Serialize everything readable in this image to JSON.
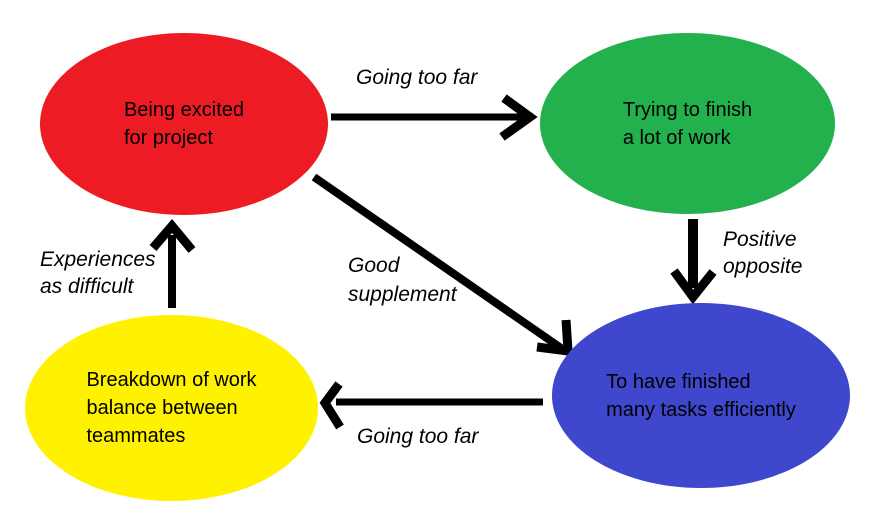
{
  "diagram": {
    "background_color": "#ffffff",
    "arrow_color": "#000000",
    "text_color": "#000000",
    "nodes": [
      {
        "name": "being-excited-for-project",
        "shape": "ellipse",
        "fill": "#ED1C24",
        "lines": [
          "Being excited",
          "for project"
        ]
      },
      {
        "name": "trying-to-finish-a-lot-of-work",
        "shape": "ellipse",
        "fill": "#22B14C",
        "lines": [
          "Trying to finish",
          "a lot of work"
        ]
      },
      {
        "name": "to-have-finished-many-tasks-efficiently",
        "shape": "ellipse",
        "fill": "#3F48CC",
        "lines": [
          "To have finished",
          "many tasks efficiently"
        ]
      },
      {
        "name": "breakdown-of-work-balance",
        "shape": "ellipse",
        "fill": "#FFF200",
        "lines": [
          "Breakdown of work",
          "balance between",
          "teammates"
        ]
      }
    ],
    "edges": [
      {
        "from": "being-excited-for-project",
        "to": "trying-to-finish-a-lot-of-work",
        "direction": "right",
        "label_lines": [
          "Going too far"
        ]
      },
      {
        "from": "trying-to-finish-a-lot-of-work",
        "to": "to-have-finished-many-tasks-efficiently",
        "direction": "down",
        "label_lines": [
          "Positive",
          "opposite"
        ]
      },
      {
        "from": "being-excited-for-project",
        "to": "to-have-finished-many-tasks-efficiently",
        "direction": "down-right-diagonal",
        "label_lines": [
          "Good",
          "supplement"
        ]
      },
      {
        "from": "to-have-finished-many-tasks-efficiently",
        "to": "breakdown-of-work-balance",
        "direction": "left",
        "label_lines": [
          "Going too far"
        ]
      },
      {
        "from": "breakdown-of-work-balance",
        "to": "being-excited-for-project",
        "direction": "up",
        "label_lines": [
          "Experiences",
          "as difficult"
        ]
      }
    ]
  }
}
